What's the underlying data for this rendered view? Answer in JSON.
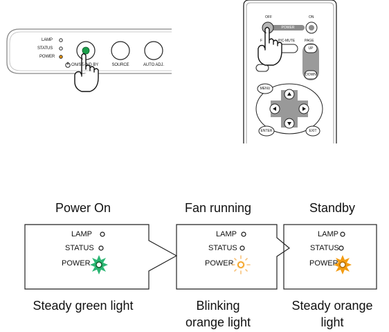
{
  "panel": {
    "lamp_label": "LAMP",
    "status_label": "STATUS",
    "power_label": "POWER",
    "onstandby_label": "ON/STAND BY",
    "source_label": "SOURCE",
    "autoadj_label": "AUTO ADJ."
  },
  "remote": {
    "off_label": "OFF",
    "on_label": "ON",
    "power_label": "POWER",
    "pic_mute_label": "PIC-MUTE",
    "page_label": "PAGE",
    "up_label": "UP",
    "down_label": "DOWN",
    "menu_label": "MENU",
    "enter_label": "ENTER",
    "exit_label": "EXIT",
    "partial_label": "F"
  },
  "states": [
    {
      "title": "Power On",
      "caption_lines": [
        "Steady green light"
      ],
      "led_color": "#2bb673",
      "lamp": "LAMP",
      "status": "STATUS",
      "power": "POWER"
    },
    {
      "title": "Fan running",
      "caption_lines": [
        "Blinking",
        "orange light"
      ],
      "led_color": "#f5a623",
      "lamp": "LAMP",
      "status": "STATUS",
      "power": "POWER"
    },
    {
      "title": "Standby",
      "caption_lines": [
        "Steady orange",
        "light"
      ],
      "led_color": "#f39c12",
      "lamp": "LAMP",
      "status": "STATUS",
      "power": "POWER"
    }
  ],
  "colors": {
    "green": "#1a9e4a",
    "orange": "#f39c12",
    "gray": "#9a9a9a"
  }
}
